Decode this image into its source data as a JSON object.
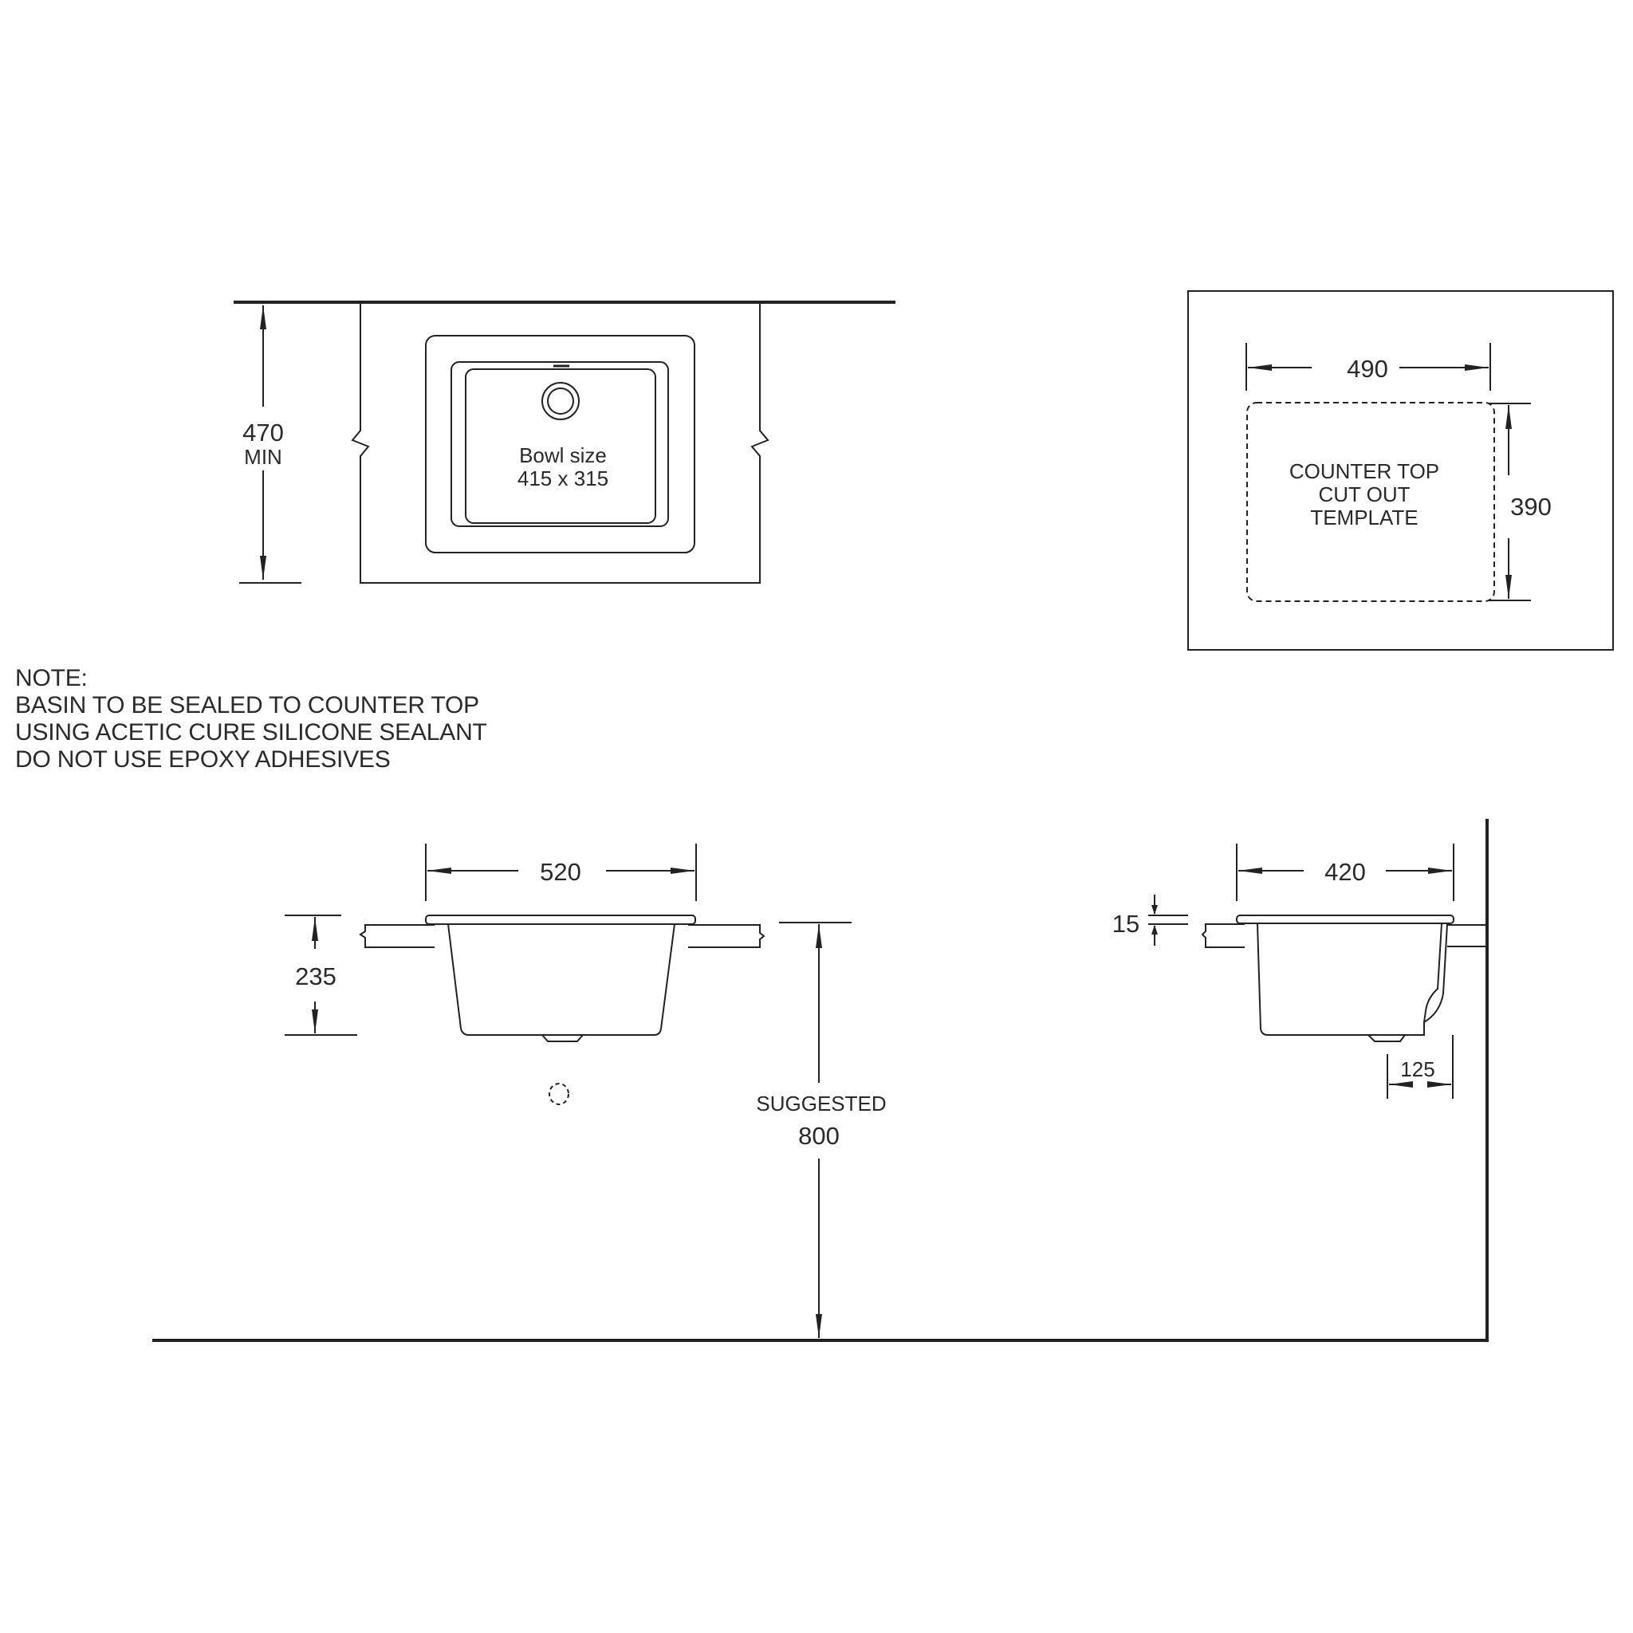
{
  "plan_view": {
    "height_dim": "470",
    "height_dim_suffix": "MIN",
    "bowl_label": "Bowl size",
    "bowl_size": "415 x 315"
  },
  "cutout_template": {
    "width_dim": "490",
    "height_dim": "390",
    "label_lines": [
      "COUNTER TOP",
      "CUT OUT",
      "TEMPLATE"
    ]
  },
  "note": {
    "title": "NOTE:",
    "lines": [
      "BASIN TO BE SEALED TO COUNTER TOP",
      "USING ACETIC CURE SILICONE SEALANT",
      "DO NOT USE EPOXY ADHESIVES"
    ]
  },
  "front_elevation": {
    "width_dim": "520",
    "depth_dim": "235",
    "height_label": "SUGGESTED",
    "height_dim": "800"
  },
  "side_elevation": {
    "width_dim": "420",
    "rim_dim": "15",
    "waste_offset_dim": "125"
  },
  "colors": {
    "line": "#222222",
    "text": "#2a2a2a",
    "background": "#ffffff"
  }
}
